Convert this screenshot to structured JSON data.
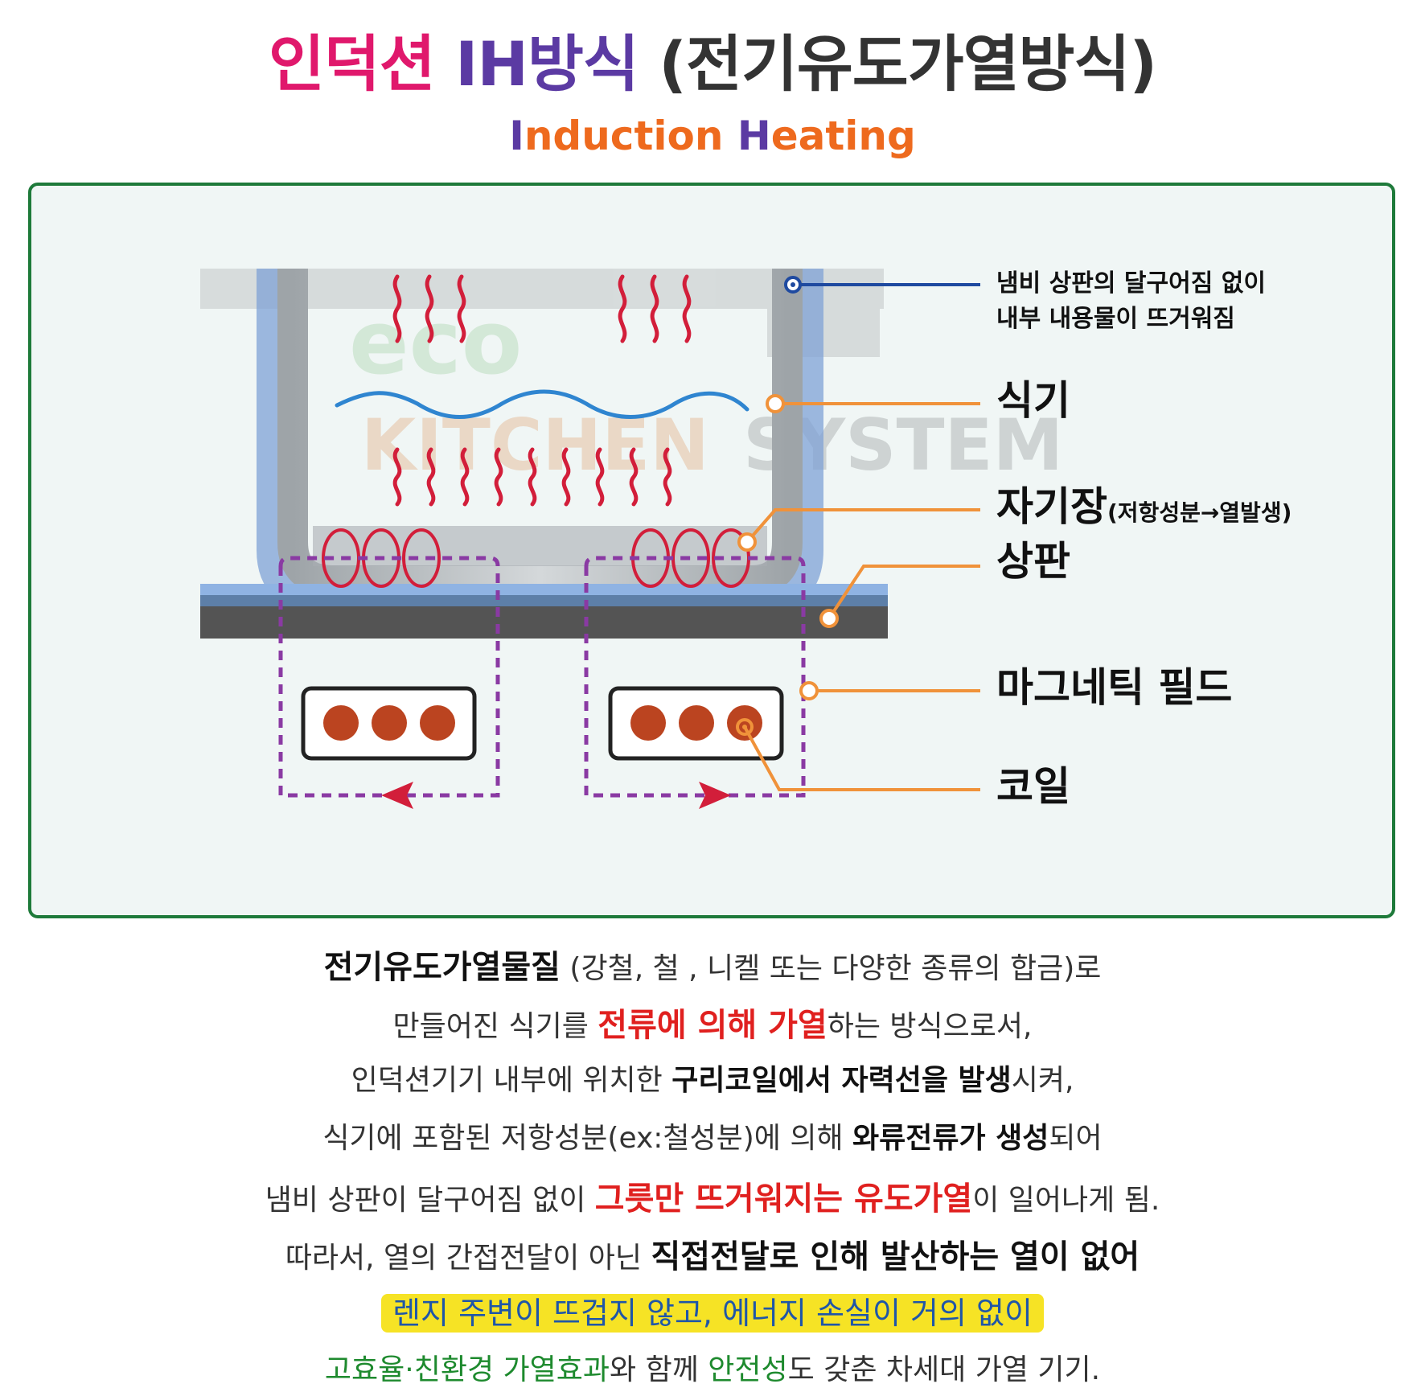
{
  "title": {
    "part1": "인덕션",
    "part2": "IH방식",
    "part3": "(전기유도가열방식)"
  },
  "subtitle": {
    "i_letter": "I",
    "i_rest": "nduction ",
    "h_letter": "H",
    "h_rest": "eating"
  },
  "watermark": {
    "line1": "eco",
    "line2a": "KITCHEN",
    "line2b": "SYSTEM"
  },
  "labels": {
    "top_line1": "냄비 상판의 달구어짐 없이",
    "top_line2": "내부 내용물이 뜨거워짐",
    "vessel": "식기",
    "field_main": "자기장",
    "field_sub": "(저항성분→열발생)",
    "plate": "상판",
    "magnetic": "마그네틱 필드",
    "coil": "코일"
  },
  "description": {
    "l1_a": "전기유도가열물질",
    "l1_b": " (강철, 철 , 니켈 또는 다양한 종류의 합금)로",
    "l2_a": "만들어진 식기를 ",
    "l2_b": "전류에 의해 가열",
    "l2_c": "하는 방식으로서,",
    "l3_a": "인덕션기기 내부에 위치한 ",
    "l3_b": "구리코일에서 자력선을 발생",
    "l3_c": "시켜,",
    "l4_a": "식기에 포함된 저항성분(ex:철성분)에 의해 ",
    "l4_b": "와류전류가 생성",
    "l4_c": "되어",
    "l5_a": "냄비 상판이 달구어짐 없이 ",
    "l5_b": "그릇만 뜨거워지는 유도가열",
    "l5_c": "이 일어나게 됨.",
    "l6_a": "따라서, 열의 간접전달이 아닌 ",
    "l6_b": "직접전달로 인해 발산하는 열이 없어",
    "l7": "렌지 주변이 뜨겁지 않고, 에너지 손실이 거의 없이",
    "l8_a": "고효율·친환경 가열효과",
    "l8_b": "와 함께 ",
    "l8_c": "안전성",
    "l8_d": "도 갖춘 차세대 가열 기기."
  },
  "colors": {
    "frame": "#1e7a3a",
    "pink": "#e0186c",
    "purple": "#5b3aa3",
    "orange": "#ee6a1e",
    "red": "#e0201f",
    "green": "#1e8a2e",
    "blue": "#1f56a8",
    "highlight": "#f6e325",
    "coil": "#bb4420"
  }
}
